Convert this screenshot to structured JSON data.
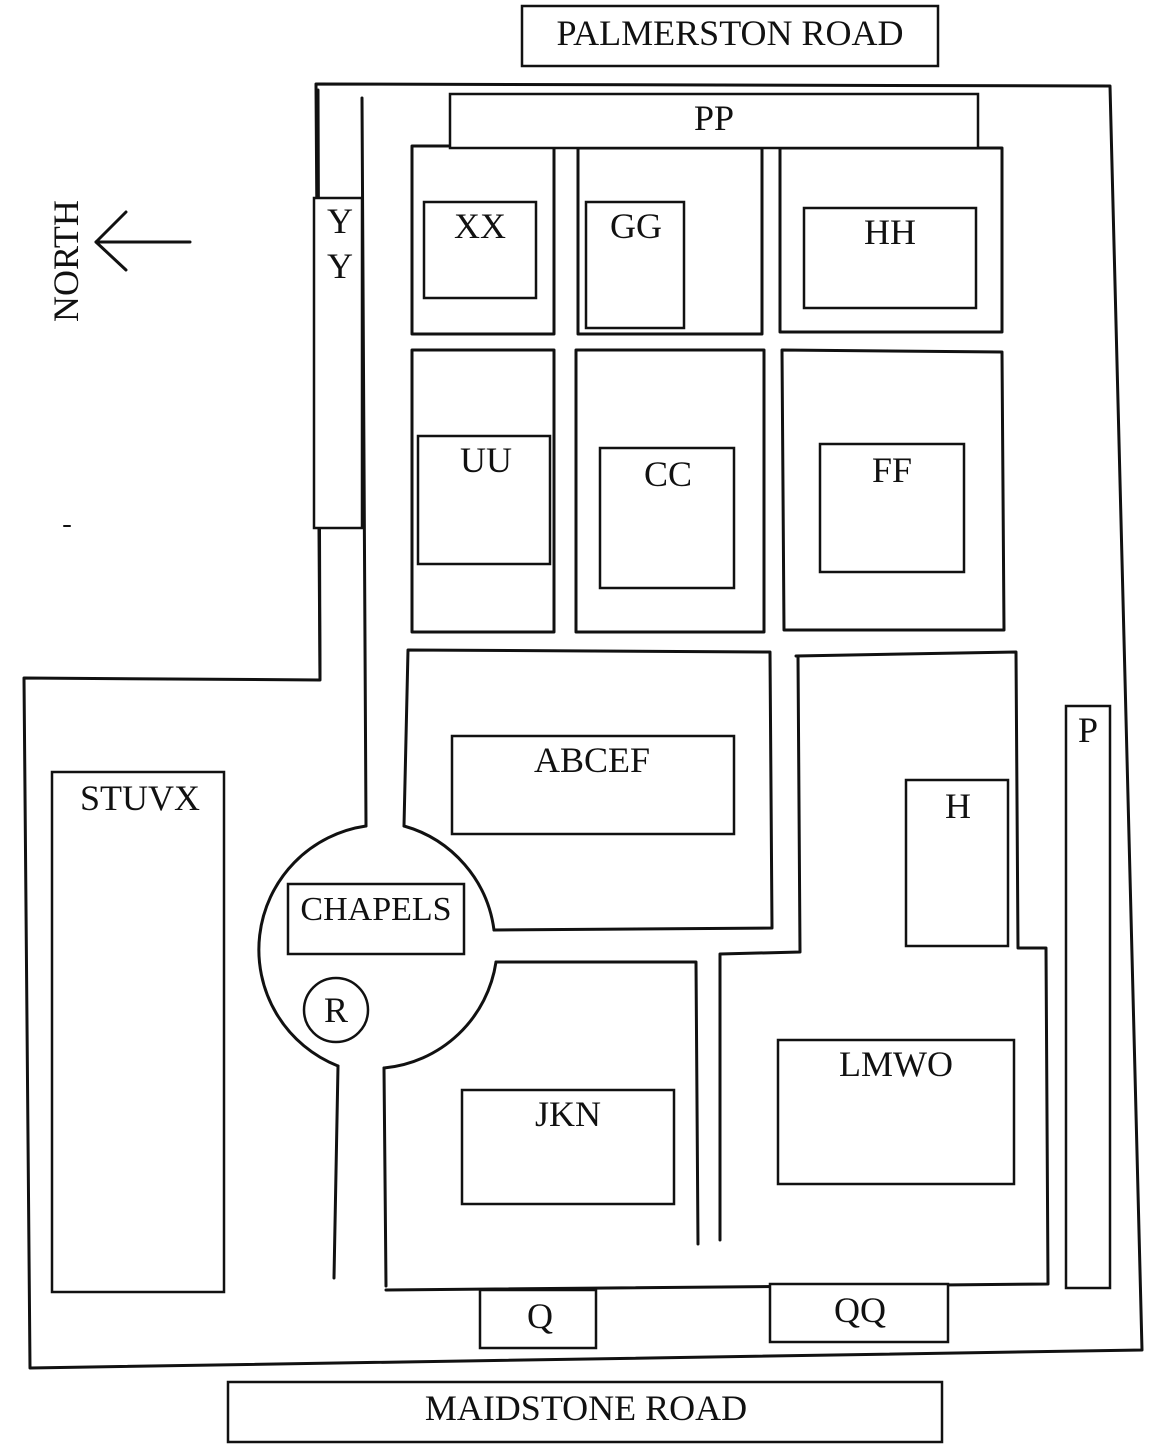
{
  "roads": {
    "north": "PALMERSTON ROAD",
    "south": "MAIDSTONE ROAD"
  },
  "compass": {
    "label": "NORTH",
    "arrow_direction": "left"
  },
  "sections": {
    "pp": "PP",
    "yy_top": "Y",
    "yy_bottom": "Y",
    "xx": "XX",
    "gg": "GG",
    "hh": "HH",
    "uu": "UU",
    "cc": "CC",
    "ff": "FF",
    "abcef": "ABCEF",
    "p": "P",
    "h": "H",
    "stuvx": "STUVX",
    "chapels": "CHAPELS",
    "r": "R",
    "jkn": "JKN",
    "lmwo": "LMWO",
    "q": "Q",
    "qq": "QQ"
  },
  "colors": {
    "ink": "#111111",
    "paper": "#ffffff"
  }
}
